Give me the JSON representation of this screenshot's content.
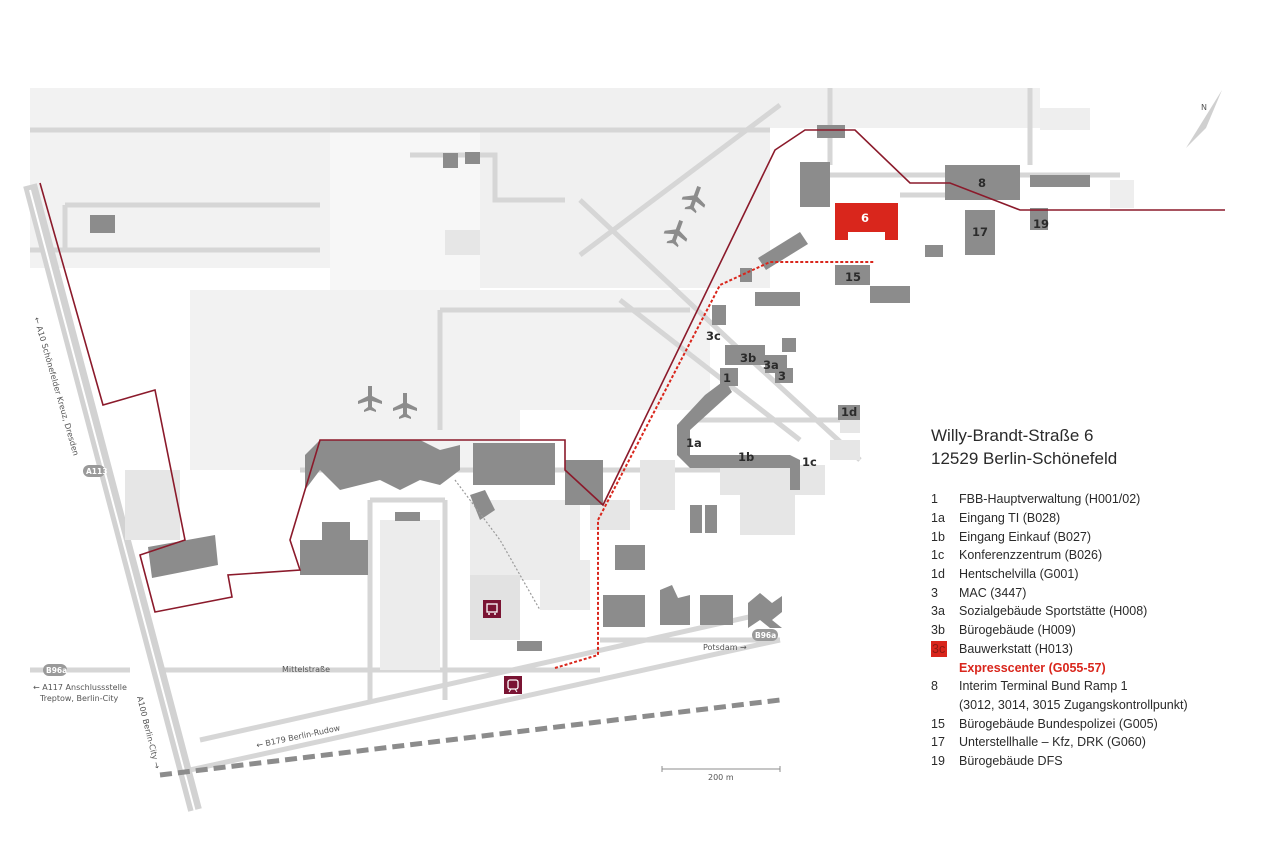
{
  "address": {
    "line1": "Willy-Brandt-Straße 6",
    "line2": "12529 Berlin-Schönefeld"
  },
  "legend": [
    {
      "num": "1",
      "desc": "FBB-Hauptverwaltung (H001/02)"
    },
    {
      "num": "1a",
      "desc": "Eingang TI (B028)"
    },
    {
      "num": "1b",
      "desc": "Eingang Einkauf (B027)"
    },
    {
      "num": "1c",
      "desc": "Konferenzzentrum (B026)"
    },
    {
      "num": "1d",
      "desc": "Hentschelvilla (G001)"
    },
    {
      "num": "3",
      "desc": "MAC (3447)"
    },
    {
      "num": "3a",
      "desc": "Sozialgebäude Sportstätte (H008)"
    },
    {
      "num": "3b",
      "desc": "Bürogebäude (H009)"
    },
    {
      "num": "3c",
      "desc": "Bauwerkstatt (H013)",
      "highlight": true
    },
    {
      "num": "",
      "desc": "Expresscenter (G055-57)",
      "sub": true
    },
    {
      "num": "8",
      "desc": "Interim Terminal Bund Ramp 1"
    },
    {
      "num": "",
      "desc": "(3012, 3014, 3015 Zugangskontrollpunkt)"
    },
    {
      "num": "15",
      "desc": "Bürogebäude Bundespolizei (G005)"
    },
    {
      "num": "17",
      "desc": "Unterstellhalle – Kfz, DRK  (G060)"
    },
    {
      "num": "19",
      "desc": "Bürogebäude DFS"
    }
  ],
  "building_labels": {
    "b6": "6",
    "b8": "8",
    "b17": "17",
    "b19": "19",
    "b15": "15",
    "b3c": "3c",
    "b3b": "3b",
    "b3a": "3a",
    "b3": "3",
    "b1": "1",
    "b1d": "1d",
    "b1a": "1a",
    "b1b": "1b",
    "b1c": "1c"
  },
  "roads": {
    "a10": "← A10 Schönefelder Kreuz, Dresden",
    "a113": "A113",
    "b96a_left": "B96a",
    "a117_1": "← A117 Anschlussstelle",
    "a117_2": "Treptow, Berlin-City",
    "mittelstrasse": "Mittelstraße",
    "potsdam": "Potsdam →",
    "b96a_right": "B96a",
    "b179": "← B179 Berlin-Rudow",
    "a100": "A100 Berlin-City →",
    "scale": "200 m",
    "north": "N"
  },
  "colors": {
    "highlight": "#d9261c",
    "boundary": "#8b1a2b",
    "building": "#8c8c8c",
    "road": "#d6d6d6",
    "apron": "#f0f0f0"
  },
  "icons": [
    "airplane-icon",
    "bus-stop-icon",
    "train-station-icon",
    "north-arrow-icon"
  ]
}
